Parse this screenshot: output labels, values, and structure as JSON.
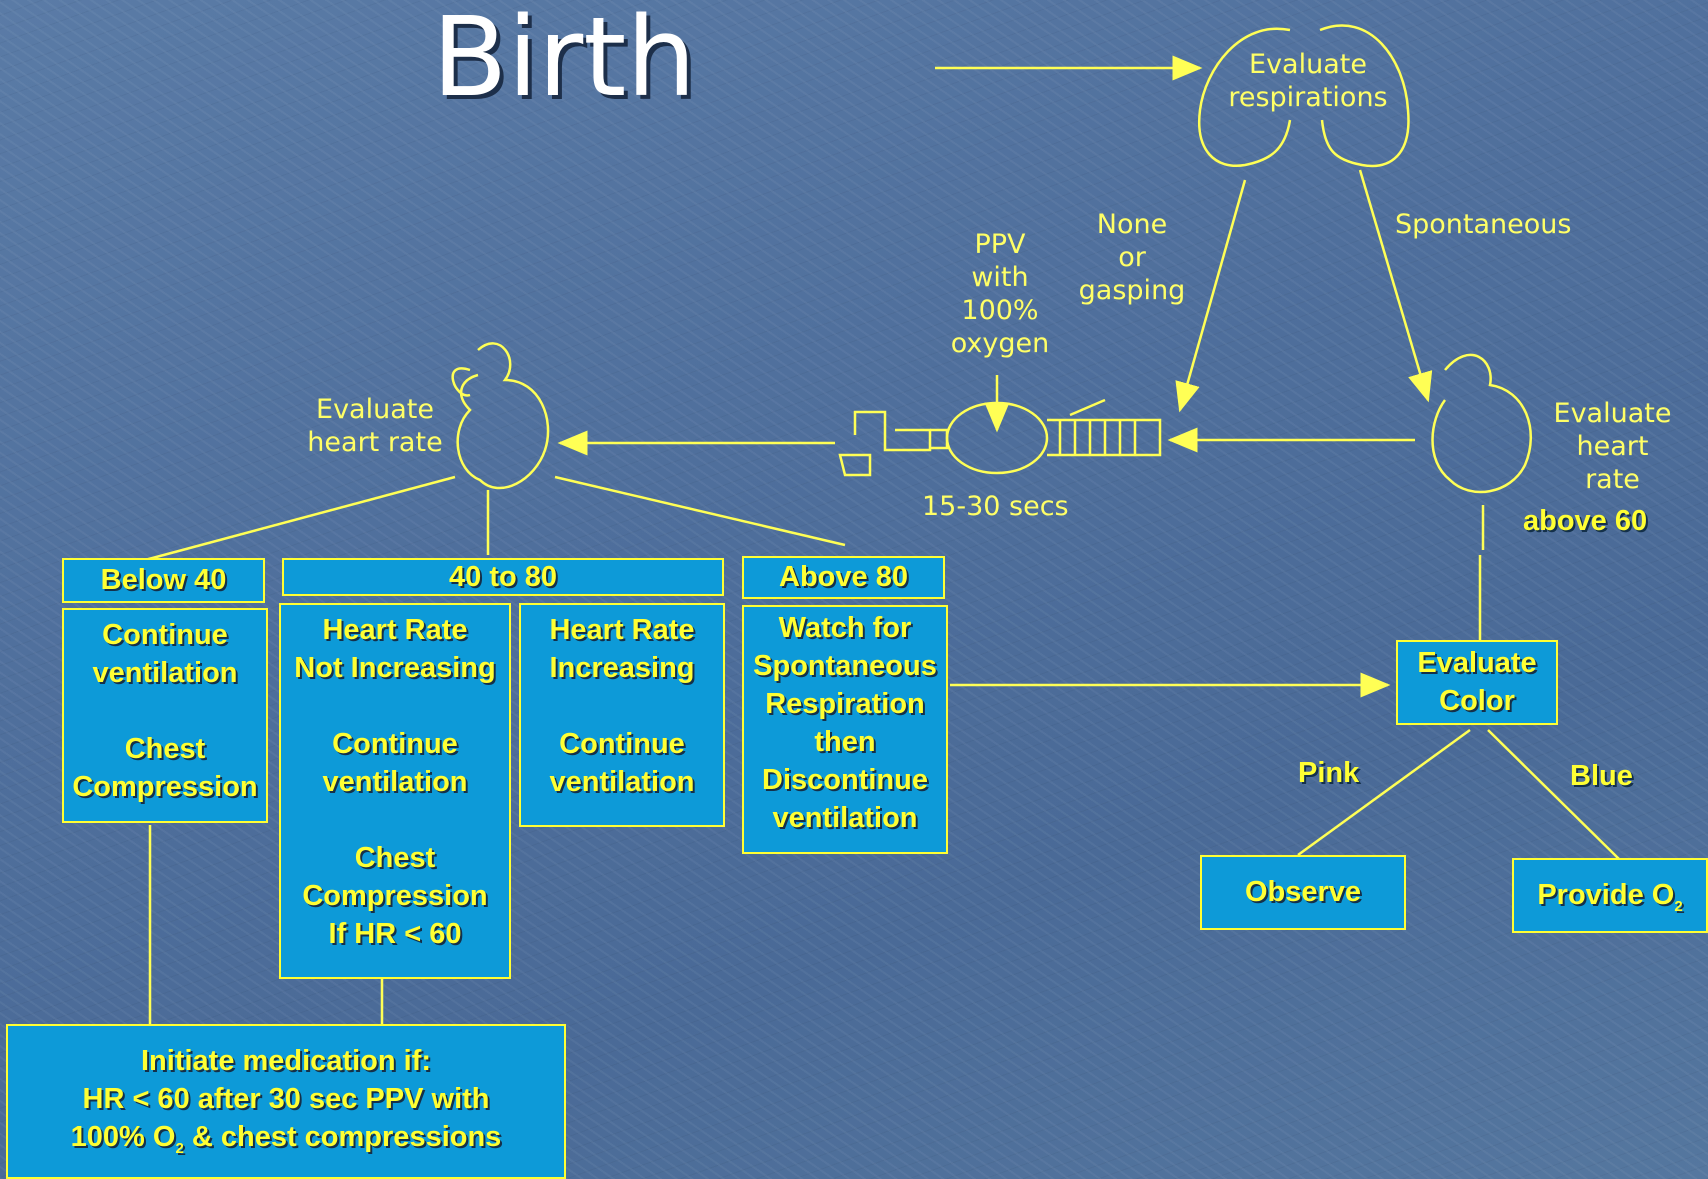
{
  "title": "Birth",
  "respirations": {
    "line1": "Evaluate",
    "line2": "respirations"
  },
  "branch_none": {
    "line1": "None",
    "line2": "or",
    "line3": "gasping"
  },
  "branch_spontaneous": "Spontaneous",
  "ppv": {
    "line1": "PPV",
    "line2": "with",
    "line3": "100%",
    "line4": "oxygen",
    "duration": "15-30 secs"
  },
  "hr_left": {
    "line1": "Evaluate",
    "line2": "heart rate"
  },
  "hr_right": {
    "line1": "Evaluate",
    "line2": "heart rate",
    "note": "above 60"
  },
  "ranges": {
    "below40": "Below 40",
    "mid": "40 to 80",
    "above80": "Above 80"
  },
  "below40_box": {
    "l1": "Continue",
    "l2": "ventilation",
    "l3": "Chest",
    "l4": "Compression"
  },
  "not_increasing_box": {
    "l1": "Heart Rate",
    "l2": "Not Increasing",
    "l3": "Continue",
    "l4": "ventilation",
    "l5": "Chest",
    "l6": "Compression",
    "l7": "If HR < 60"
  },
  "increasing_box": {
    "l1": "Heart Rate",
    "l2": "Increasing",
    "l3": "Continue",
    "l4": "ventilation"
  },
  "above80_box": {
    "l1": "Watch for",
    "l2": "Spontaneous",
    "l3": "Respiration",
    "l4": "then",
    "l5": "Discontinue",
    "l6": "ventilation"
  },
  "color_box": {
    "l1": "Evaluate",
    "l2": "Color"
  },
  "pink": "Pink",
  "blue": "Blue",
  "observe": "Observe",
  "provide": {
    "text": "Provide O",
    "sub": "2"
  },
  "medication": {
    "l1": "Initiate medication if:",
    "l2": "HR < 60 after 30 sec PPV with",
    "l3a": "100% O",
    "l3sub": "2",
    "l3b": " & chest compressions"
  },
  "colors": {
    "accent": "#ffff33",
    "box_fill": "#0d9ad8",
    "background": "#4f6f9c"
  }
}
